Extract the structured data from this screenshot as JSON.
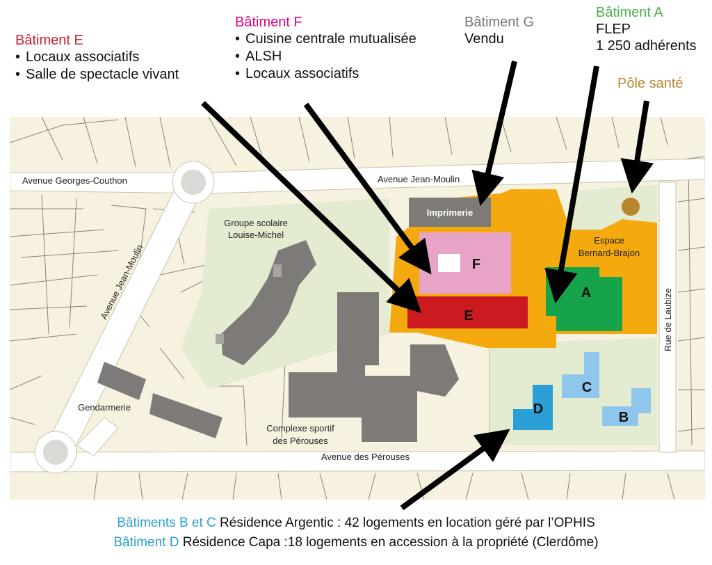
{
  "colors": {
    "paper": "#f7f2df",
    "road": "#ffffff",
    "block_line": "#5a5a5a",
    "park": "#e3ebd0",
    "grey_building": "#7e7a77",
    "orange_zone": "#f4a90e",
    "building_a": "#16a34a",
    "building_e": "#cc1a21",
    "building_f": "#e8a3c8",
    "imprimerie": "#7e7a77",
    "light_blue": "#8fc6ec",
    "mid_blue": "#2a9fd6",
    "sante": "#b8862b",
    "arrow": "#000000",
    "title_e": "#d0202e",
    "title_f": "#e4007c",
    "title_g": "#777777",
    "title_a": "#4caf50",
    "title_sante": "#b8862b",
    "footer_highlight": "#2a9fd6"
  },
  "annotations": {
    "e": {
      "title": "Bâtiment E",
      "items": [
        "Locaux associatifs",
        "Salle de spectacle vivant"
      ]
    },
    "f": {
      "title": "Bâtiment F",
      "items": [
        "Cuisine centrale mutualisée",
        "ALSH",
        "Locaux associatifs"
      ]
    },
    "g": {
      "title": "Bâtiment G",
      "line": "Vendu"
    },
    "a": {
      "title": "Bâtiment A",
      "line1": "FLEP",
      "line2": "1 250 adhérents"
    },
    "sante": {
      "title": "Pôle santé"
    }
  },
  "map": {
    "streets": {
      "georges_couthon": "Avenue Georges-Couthon",
      "jean_moulin_top": "Avenue Jean-Moulin",
      "jean_moulin_diag": "Avenue Jean-Moulin",
      "perouses": "Avenue des Pérouses",
      "laubize": "Rue de Laubize"
    },
    "places": {
      "groupe_scolaire_1": "Groupe scolaire",
      "groupe_scolaire_2": "Louise-Michel",
      "espace_1": "Espace",
      "espace_2": "Bernard-Brajon",
      "gendarmerie": "Gendarmerie",
      "complexe_1": "Complexe sportif",
      "complexe_2": "des Pérouses",
      "imprimerie": "Imprimerie"
    },
    "building_letters": {
      "a": "A",
      "b": "B",
      "c": "C",
      "d": "D",
      "e": "E",
      "f": "F"
    }
  },
  "footer": {
    "line1_highlight": "Bâtiments B et C",
    "line1_rest": " Résidence Argentic : 42 logements en location géré par l’OPHIS",
    "line2_highlight": "Bâtiment D",
    "line2_rest": " Résidence Capa :18 logements en accession à la propriété (Clerdôme)"
  }
}
